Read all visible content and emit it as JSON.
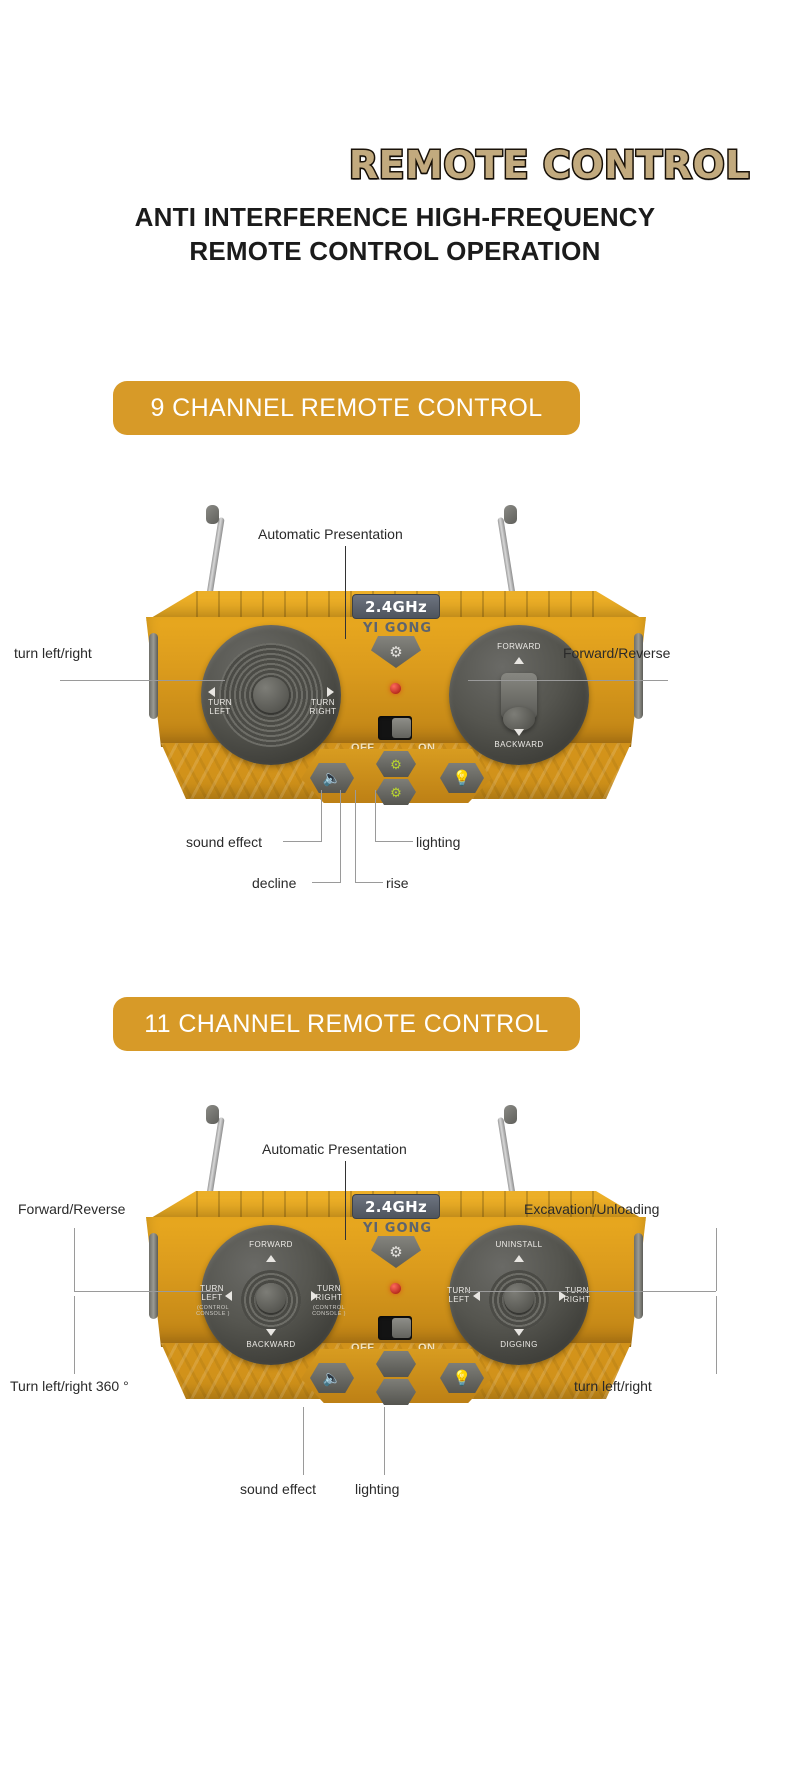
{
  "header": {
    "title": "REMOTE CONTROL",
    "subtitle_line1": "ANTI INTERFERENCE HIGH-FREQUENCY",
    "subtitle_line2": "REMOTE CONTROL OPERATION",
    "title_color": "#c2aa7e",
    "title_outline_color": "#1a1208"
  },
  "theme": {
    "banner_bg": "#d79a28",
    "banner_text": "#ffffff",
    "remote_body": "#dc9c1d",
    "led_color": "#c8281a",
    "callout_line": "#9a9a9a"
  },
  "sections": [
    {
      "banner_label": "9 CHANNEL REMOTE CONTROL",
      "remote": {
        "badge": "2.4GHz",
        "brand": "YI GONG",
        "switch_off": "OFF",
        "switch_on": "ON",
        "left_dial": {
          "label_left_line1": "TURN",
          "label_left_line2": "LEFT",
          "label_right_line1": "TURN",
          "label_right_line2": "RIGHT"
        },
        "right_dial": {
          "label_top": "FORWARD",
          "label_bottom": "BACKWARD"
        },
        "buttons": [
          {
            "name": "sound-effect-button",
            "icon": "speaker-icon"
          },
          {
            "name": "rise-button",
            "icon": "excavator-up-icon"
          },
          {
            "name": "decline-button",
            "icon": "excavator-down-icon"
          },
          {
            "name": "lighting-button",
            "icon": "lamp-icon"
          }
        ]
      },
      "callouts": {
        "top_center": "Automatic Presentation",
        "left": "turn left/right",
        "right": "Forward/Reverse",
        "bottom_left": "sound effect",
        "bottom_right": "lighting",
        "bottom_mid_left": "decline",
        "bottom_mid_right": "rise"
      }
    },
    {
      "banner_label": "11 CHANNEL REMOTE CONTROL",
      "remote": {
        "badge": "2.4GHz",
        "brand": "YI GONG",
        "switch_off": "OFF",
        "switch_on": "ON",
        "left_stick": {
          "label_top": "FORWARD",
          "label_bottom": "BACKWARD",
          "label_left_line1": "TURN",
          "label_left_line2": "LEFT",
          "label_left_sub": "(CONTROL\nCONSOLE )",
          "label_right_line1": "TURN",
          "label_right_line2": "RIGHT",
          "label_right_sub": "(CONTROL\nCONSOLE )"
        },
        "right_stick": {
          "label_top": "UNINSTALL",
          "label_bottom": "DIGGING",
          "label_left_line1": "TURN",
          "label_left_line2": "LEFT",
          "label_right_line1": "TURN",
          "label_right_line2": "RIGHT"
        },
        "buttons": [
          {
            "name": "sound-effect-button",
            "icon": "speaker-icon"
          },
          {
            "name": "blank-button-top",
            "icon": "blank-icon"
          },
          {
            "name": "blank-button-bottom",
            "icon": "blank-icon"
          },
          {
            "name": "lighting-button",
            "icon": "lamp-icon"
          }
        ]
      },
      "callouts": {
        "top_center": "Automatic Presentation",
        "left_upper": "Forward/Reverse",
        "right_upper": "Excavation/Unloading",
        "left_lower": "Turn left/right 360 °",
        "right_lower": "turn left/right",
        "bottom_left": "sound effect",
        "bottom_right": "lighting"
      }
    }
  ]
}
